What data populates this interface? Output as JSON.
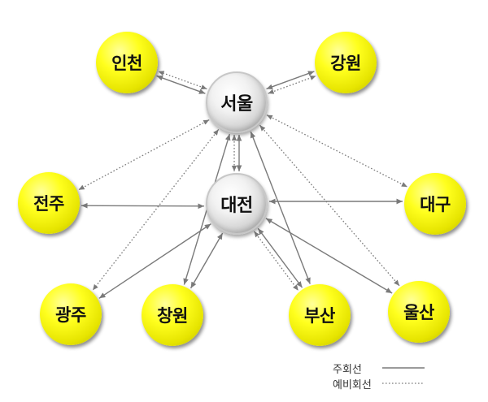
{
  "nodes": {
    "incheon": {
      "label": "인천",
      "type": "region"
    },
    "gangwon": {
      "label": "강원",
      "type": "region"
    },
    "seoul": {
      "label": "서울",
      "type": "hub"
    },
    "jeonju": {
      "label": "전주",
      "type": "region"
    },
    "daejeon": {
      "label": "대전",
      "type": "hub"
    },
    "daegu": {
      "label": "대구",
      "type": "region"
    },
    "gwangju": {
      "label": "광주",
      "type": "region"
    },
    "changwon": {
      "label": "창원",
      "type": "region"
    },
    "busan": {
      "label": "부산",
      "type": "region"
    },
    "ulsan": {
      "label": "울산",
      "type": "region"
    }
  },
  "edges": [
    {
      "from": "seoul",
      "to": "incheon",
      "kind": "main"
    },
    {
      "from": "seoul",
      "to": "incheon",
      "kind": "backup"
    },
    {
      "from": "seoul",
      "to": "gangwon",
      "kind": "main"
    },
    {
      "from": "seoul",
      "to": "gangwon",
      "kind": "backup"
    },
    {
      "from": "seoul",
      "to": "daejeon",
      "kind": "main"
    },
    {
      "from": "seoul",
      "to": "daejeon",
      "kind": "backup"
    },
    {
      "from": "seoul",
      "to": "jeonju",
      "kind": "backup"
    },
    {
      "from": "seoul",
      "to": "daegu",
      "kind": "backup"
    },
    {
      "from": "seoul",
      "to": "gwangju",
      "kind": "backup"
    },
    {
      "from": "seoul",
      "to": "changwon",
      "kind": "main"
    },
    {
      "from": "seoul",
      "to": "busan",
      "kind": "main"
    },
    {
      "from": "seoul",
      "to": "ulsan",
      "kind": "backup"
    },
    {
      "from": "daejeon",
      "to": "jeonju",
      "kind": "main"
    },
    {
      "from": "daejeon",
      "to": "daegu",
      "kind": "main"
    },
    {
      "from": "daejeon",
      "to": "gwangju",
      "kind": "main"
    },
    {
      "from": "daejeon",
      "to": "changwon",
      "kind": "main"
    },
    {
      "from": "daejeon",
      "to": "busan",
      "kind": "main"
    },
    {
      "from": "daejeon",
      "to": "ulsan",
      "kind": "main"
    },
    {
      "from": "daejeon",
      "to": "busan",
      "kind": "backup"
    }
  ],
  "legend": {
    "main_label": "주회선",
    "backup_label": "예비회선"
  },
  "colors": {
    "region_fill": "#ffff00",
    "hub_fill": "#e6e6e6",
    "line": "#7a7a7a"
  }
}
